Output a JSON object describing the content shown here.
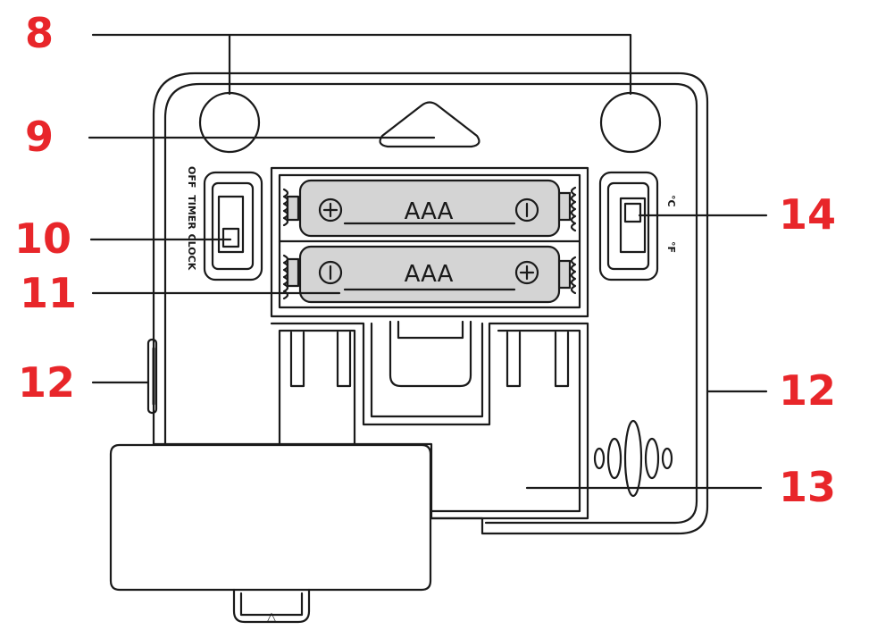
{
  "diagram": {
    "callout_color": "#e8262a",
    "line_color": "#1a1a1a",
    "battery_fill": "#d4d4d4",
    "callouts": {
      "c8": "8",
      "c9": "9",
      "c10": "10",
      "c11": "11",
      "c12_left": "12",
      "c12_right": "12",
      "c13": "13",
      "c14": "14"
    },
    "switch_left": {
      "off": "OFF",
      "timer": "TIMER",
      "clock": "CLOCK"
    },
    "switch_right": {
      "celsius": "°C",
      "fahrenheit": "°F"
    },
    "batteries": [
      {
        "label": "AAA",
        "left_sign": "plus",
        "right_sign": "minus"
      },
      {
        "label": "AAA",
        "left_sign": "minus",
        "right_sign": "plus"
      }
    ],
    "cover_mark": "△"
  }
}
